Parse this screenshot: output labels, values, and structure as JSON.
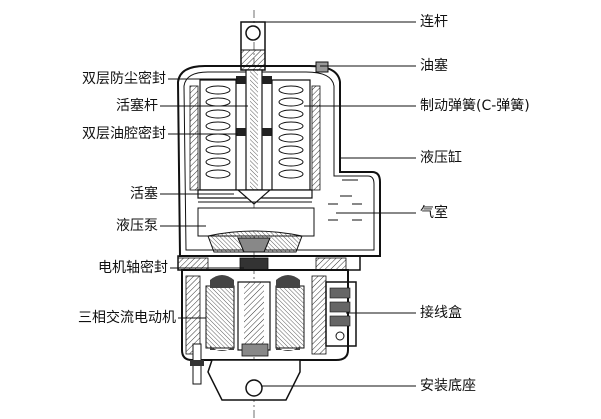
{
  "labels_left": [
    {
      "key": "dust_seal",
      "text": "双层防尘密封"
    },
    {
      "key": "piston_rod",
      "text": "活塞杆"
    },
    {
      "key": "oil_seal",
      "text": "双层油腔密封"
    },
    {
      "key": "piston",
      "text": "活塞"
    },
    {
      "key": "pump",
      "text": "液压泵"
    },
    {
      "key": "shaft_seal",
      "text": "电机轴密封"
    },
    {
      "key": "motor",
      "text": "三相交流电动机"
    }
  ],
  "labels_right": [
    {
      "key": "connecting_rod",
      "text": "连杆"
    },
    {
      "key": "oil_plug",
      "text": "油塞"
    },
    {
      "key": "brake_spring",
      "text": "制动弹簧(C-弹簧)"
    },
    {
      "key": "cylinder",
      "text": "液压缸"
    },
    {
      "key": "air_chamber",
      "text": "气室"
    },
    {
      "key": "junction_box",
      "text": "接线盒"
    },
    {
      "key": "mount_base",
      "text": "安装底座"
    }
  ],
  "colors": {
    "line": "#1a1a1a",
    "hatch": "#333333",
    "fill_dark": "#555555",
    "fill_light": "#dddddd"
  }
}
